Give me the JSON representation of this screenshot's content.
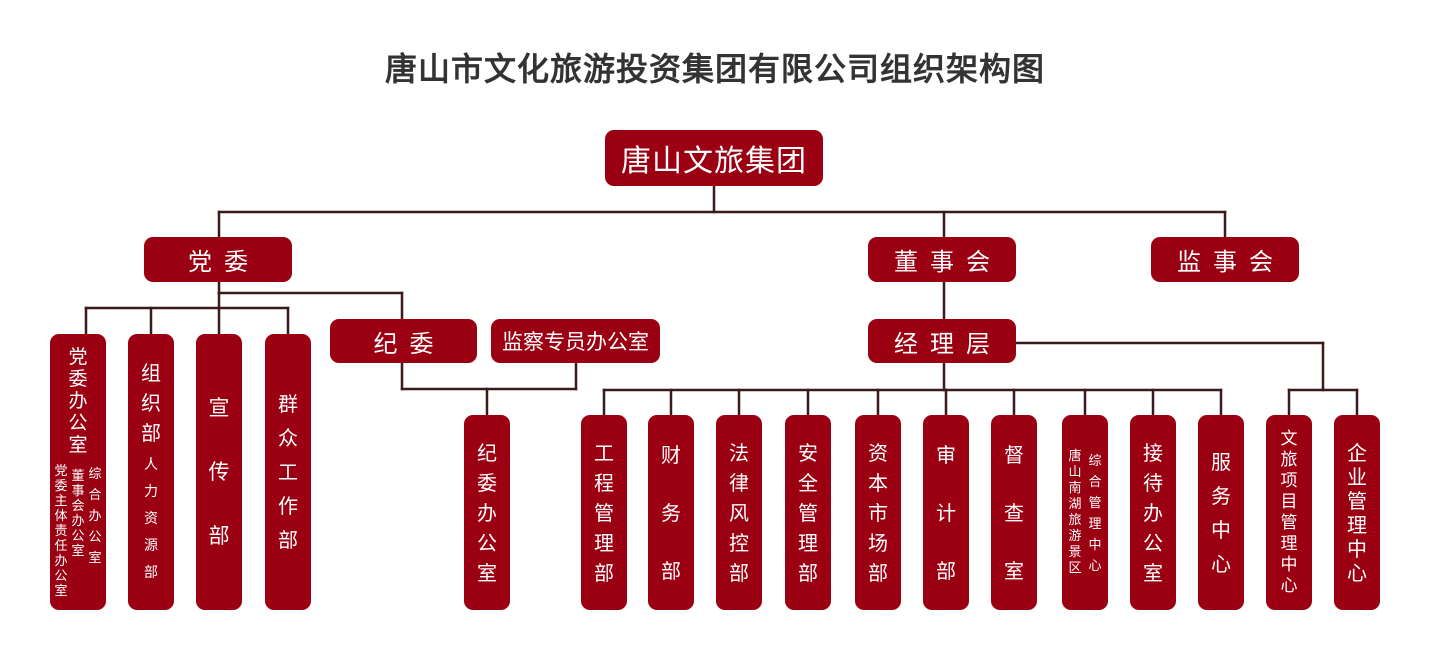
{
  "title": "唐山市文化旅游投资集团有限公司组织架构图",
  "colors": {
    "box": "#9b0012",
    "line": "#3a1a1a",
    "title": "#333333"
  },
  "root": "唐山文旅集团",
  "level1": {
    "party": "党委",
    "board": "董事会",
    "supervisors": "监事会"
  },
  "discipline": {
    "committee": "纪委",
    "supervision_office": "监察专员办公室",
    "office": "纪委办公室"
  },
  "management": "经理层",
  "party_depts": {
    "party_office": {
      "name": "党委办公室",
      "sub_left": "党委主体责任办公室",
      "sub_right": "综合办公室",
      "sub_mid": "董事会办公室"
    },
    "organization": {
      "name": "组织部",
      "sub": "人力资源部"
    },
    "publicity": "宣传部",
    "mass_work": "群众工作部"
  },
  "mgmt_depts": [
    "工程管理部",
    "财务部",
    "法律风控部",
    "安全管理部",
    "资本市场部",
    "审计部",
    "督查室",
    "接待办公室",
    "服务中心"
  ],
  "nanhu": {
    "left": "唐山南湖旅游景区",
    "right": "综合管理中心"
  },
  "right_centers": [
    "文旅项目管理中心",
    "企业管理中心"
  ]
}
